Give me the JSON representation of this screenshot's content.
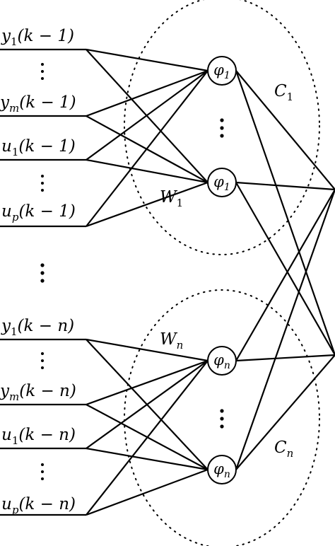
{
  "diagram": {
    "inputs": [
      {
        "id": "in0",
        "var": "y",
        "sub": "1",
        "arg": "(k − 1)"
      },
      {
        "id": "in1",
        "var": "y",
        "sub": "m",
        "arg": "(k − 1)"
      },
      {
        "id": "in2",
        "var": "u",
        "sub": "1",
        "arg": "(k − 1)"
      },
      {
        "id": "in3",
        "var": "u",
        "sub": "p",
        "arg": "(k − 1)"
      },
      {
        "id": "in4",
        "var": "y",
        "sub": "1",
        "arg": "(k − n)"
      },
      {
        "id": "in5",
        "var": "y",
        "sub": "m",
        "arg": "(k − n)"
      },
      {
        "id": "in6",
        "var": "u",
        "sub": "1",
        "arg": "(k − n)"
      },
      {
        "id": "in7",
        "var": "u",
        "sub": "p",
        "arg": "(k − n)"
      }
    ],
    "hidden_nodes": [
      {
        "id": "h0",
        "var": "φ",
        "sub": "1"
      },
      {
        "id": "h1",
        "var": "φ",
        "sub": "1"
      },
      {
        "id": "h2",
        "var": "φ",
        "sub": "n"
      },
      {
        "id": "h3",
        "var": "φ",
        "sub": "n"
      }
    ],
    "group_labels": [
      {
        "id": "W1",
        "var": "W",
        "sub": "1"
      },
      {
        "id": "Wn",
        "var": "W",
        "sub": "n"
      },
      {
        "id": "C1",
        "var": "C",
        "sub": "1"
      },
      {
        "id": "Cn",
        "var": "C",
        "sub": "n"
      }
    ],
    "edges_input_to_hidden": [
      [
        "in0",
        "h0"
      ],
      [
        "in0",
        "h1"
      ],
      [
        "in1",
        "h0"
      ],
      [
        "in1",
        "h1"
      ],
      [
        "in2",
        "h0"
      ],
      [
        "in2",
        "h1"
      ],
      [
        "in3",
        "h0"
      ],
      [
        "in3",
        "h1"
      ],
      [
        "in4",
        "h2"
      ],
      [
        "in4",
        "h3"
      ],
      [
        "in5",
        "h2"
      ],
      [
        "in5",
        "h3"
      ],
      [
        "in6",
        "h2"
      ],
      [
        "in6",
        "h3"
      ],
      [
        "in7",
        "h2"
      ],
      [
        "in7",
        "h3"
      ]
    ],
    "edges_hidden_to_output": [
      [
        "h0",
        "o0"
      ],
      [
        "h0",
        "o1"
      ],
      [
        "h1",
        "o0"
      ],
      [
        "h1",
        "o1"
      ],
      [
        "h2",
        "o0"
      ],
      [
        "h2",
        "o1"
      ],
      [
        "h3",
        "o0"
      ],
      [
        "h3",
        "o1"
      ]
    ]
  }
}
